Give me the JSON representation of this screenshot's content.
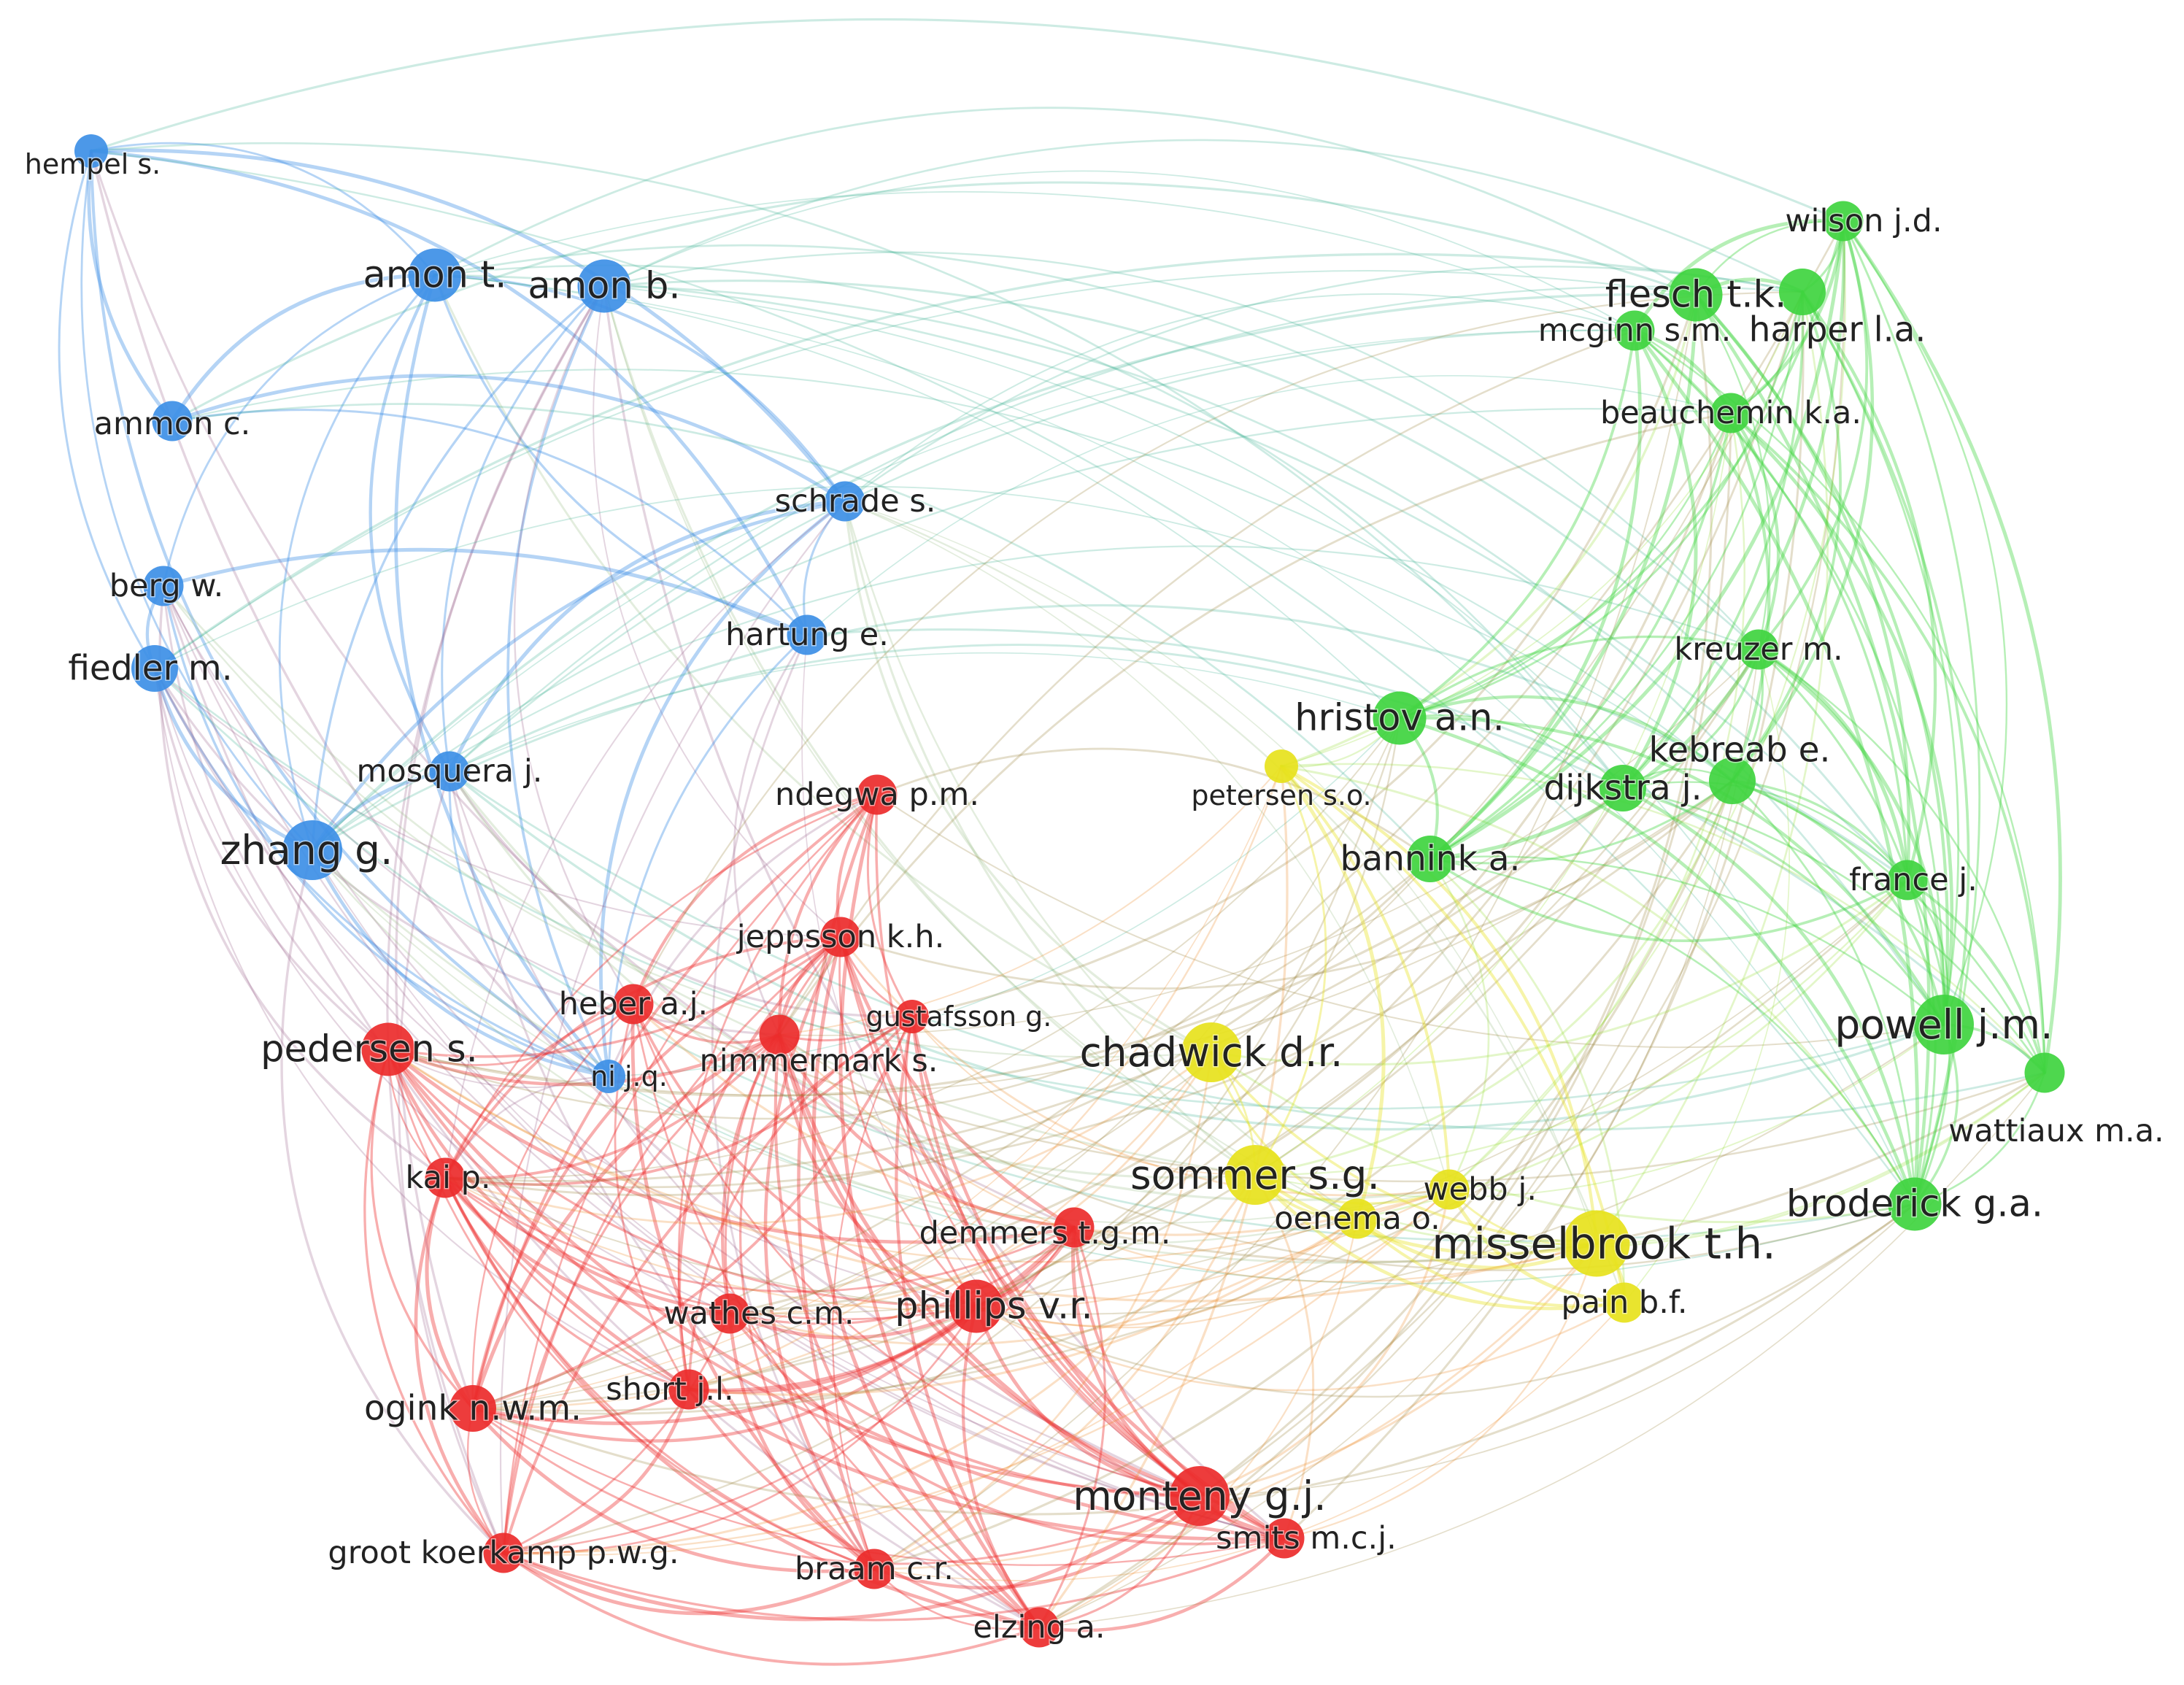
{
  "clusters": {
    "blue": "#3d8fe6",
    "red": "#ec2b2b",
    "green": "#3fd43f",
    "yellow": "#e7e21c"
  },
  "nodes": [
    {
      "id": "hempel",
      "label": "hempel s.",
      "cluster": "blue",
      "weight": 2
    },
    {
      "id": "amon_t",
      "label": "amon t.",
      "cluster": "blue",
      "weight": 5
    },
    {
      "id": "amon_b",
      "label": "amon b.",
      "cluster": "blue",
      "weight": 5
    },
    {
      "id": "ammon",
      "label": "ammon c.",
      "cluster": "blue",
      "weight": 3
    },
    {
      "id": "schrade",
      "label": "schrade s.",
      "cluster": "blue",
      "weight": 3
    },
    {
      "id": "berg",
      "label": "berg w.",
      "cluster": "blue",
      "weight": 3
    },
    {
      "id": "hartung",
      "label": "hartung e.",
      "cluster": "blue",
      "weight": 3
    },
    {
      "id": "fiedler",
      "label": "fiedler m.",
      "cluster": "blue",
      "weight": 4
    },
    {
      "id": "mosquera",
      "label": "mosquera j.",
      "cluster": "blue",
      "weight": 3
    },
    {
      "id": "zhang",
      "label": "zhang g.",
      "cluster": "blue",
      "weight": 6
    },
    {
      "id": "nijq",
      "label": "ni j.q.",
      "cluster": "blue",
      "weight": 2
    },
    {
      "id": "ndegwa",
      "label": "ndegwa p.m.",
      "cluster": "red",
      "weight": 3
    },
    {
      "id": "jeppsson",
      "label": "jeppsson k.h.",
      "cluster": "red",
      "weight": 3
    },
    {
      "id": "heber",
      "label": "heber a.j.",
      "cluster": "red",
      "weight": 3
    },
    {
      "id": "gustafsson",
      "label": "gustafsson g.",
      "cluster": "red",
      "weight": 2
    },
    {
      "id": "nimmermark",
      "label": "nimmermark s.",
      "cluster": "red",
      "weight": 3
    },
    {
      "id": "pedersen",
      "label": "pedersen s.",
      "cluster": "red",
      "weight": 5
    },
    {
      "id": "kai",
      "label": "kai p.",
      "cluster": "red",
      "weight": 3
    },
    {
      "id": "demmers",
      "label": "demmers t.g.m.",
      "cluster": "red",
      "weight": 3
    },
    {
      "id": "wathes",
      "label": "wathes c.m.",
      "cluster": "red",
      "weight": 3
    },
    {
      "id": "phillips",
      "label": "phillips v.r.",
      "cluster": "red",
      "weight": 5
    },
    {
      "id": "ogink",
      "label": "ogink n.w.m.",
      "cluster": "red",
      "weight": 4
    },
    {
      "id": "short",
      "label": "short j.l.",
      "cluster": "red",
      "weight": 3
    },
    {
      "id": "monteny",
      "label": "monteny g.j.",
      "cluster": "red",
      "weight": 6
    },
    {
      "id": "groot",
      "label": "groot koerkamp p.w.g.",
      "cluster": "red",
      "weight": 3
    },
    {
      "id": "braam",
      "label": "braam c.r.",
      "cluster": "red",
      "weight": 3
    },
    {
      "id": "smits",
      "label": "smits m.c.j.",
      "cluster": "red",
      "weight": 3
    },
    {
      "id": "elzing",
      "label": "elzing a.",
      "cluster": "red",
      "weight": 3
    },
    {
      "id": "petersen",
      "label": "petersen s.o.",
      "cluster": "yellow",
      "weight": 2
    },
    {
      "id": "chadwick",
      "label": "chadwick d.r.",
      "cluster": "yellow",
      "weight": 6
    },
    {
      "id": "sommer",
      "label": "sommer s.g.",
      "cluster": "yellow",
      "weight": 6
    },
    {
      "id": "webb",
      "label": "webb j.",
      "cluster": "yellow",
      "weight": 3
    },
    {
      "id": "oenema",
      "label": "oenema o.",
      "cluster": "yellow",
      "weight": 3
    },
    {
      "id": "misselbrook",
      "label": "misselbrook t.h.",
      "cluster": "yellow",
      "weight": 7
    },
    {
      "id": "pain",
      "label": "pain b.f.",
      "cluster": "yellow",
      "weight": 3
    },
    {
      "id": "wilson",
      "label": "wilson j.d.",
      "cluster": "green",
      "weight": 3
    },
    {
      "id": "flesch",
      "label": "flesch t.k.",
      "cluster": "green",
      "weight": 5
    },
    {
      "id": "harper",
      "label": "harper l.a.",
      "cluster": "green",
      "weight": 4
    },
    {
      "id": "mcginn",
      "label": "mcginn s.m.",
      "cluster": "green",
      "weight": 3
    },
    {
      "id": "beauchemin",
      "label": "beauchemin k.a.",
      "cluster": "green",
      "weight": 3
    },
    {
      "id": "kreuzer",
      "label": "kreuzer m.",
      "cluster": "green",
      "weight": 3
    },
    {
      "id": "hristov",
      "label": "hristov a.n.",
      "cluster": "green",
      "weight": 5
    },
    {
      "id": "kebreab",
      "label": "kebreab e.",
      "cluster": "green",
      "weight": 4
    },
    {
      "id": "dijkstra",
      "label": "dijkstra j.",
      "cluster": "green",
      "weight": 4
    },
    {
      "id": "bannink",
      "label": "bannink a.",
      "cluster": "green",
      "weight": 4
    },
    {
      "id": "france",
      "label": "france j.",
      "cluster": "green",
      "weight": 3
    },
    {
      "id": "powell",
      "label": "powell j.m.",
      "cluster": "green",
      "weight": 6
    },
    {
      "id": "wattiaux",
      "label": "wattiaux m.a.",
      "cluster": "green",
      "weight": 3
    },
    {
      "id": "broderick",
      "label": "broderick g.a.",
      "cluster": "green",
      "weight": 5
    }
  ]
}
